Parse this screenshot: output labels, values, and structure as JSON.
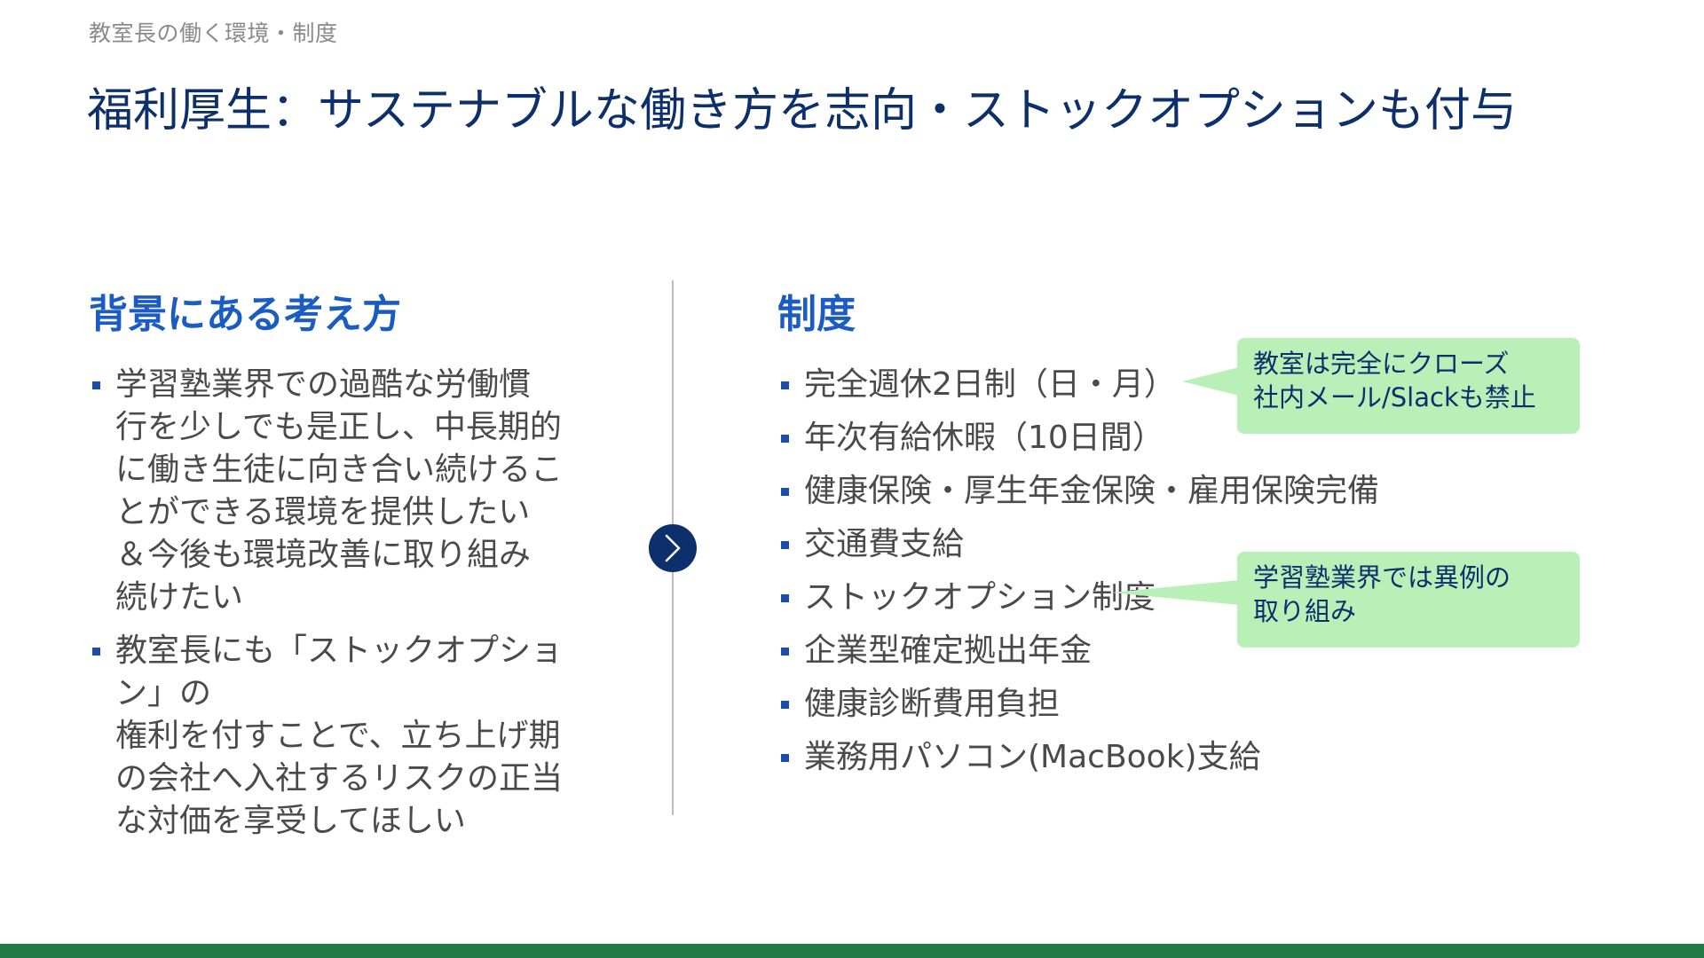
{
  "breadcrumb": "教室長の働く環境・制度",
  "title": "福利厚生：サステナブルな働き方を志向・ストックオプションも付与",
  "left_section": {
    "heading": "背景にある考え方",
    "items": [
      "学習塾業界での過酷な労働慣\n行を少しでも是正し、中長期的\nに働き生徒に向き合い続けるこ\nとができる環境を提供したい\n＆今後も環境改善に取り組み\n続けたい",
      "教室長にも「ストックオプション」の\n権利を付すことで、立ち上げ期\nの会社へ入社するリスクの正当\nな対価を享受してほしい"
    ]
  },
  "right_section": {
    "heading": "制度",
    "items": [
      "完全週休2日制（日・月）",
      "年次有給休暇（10日間）",
      "健康保険・厚生年金保険・雇用保険完備",
      "交通費支給",
      "ストックオプション制度",
      "企業型確定拠出年金",
      "健康診断費用負担",
      "業務用パソコン(MacBook)支給"
    ]
  },
  "callouts": [
    {
      "text": "教室は完全にクローズ\n社内メール/Slackも禁止"
    },
    {
      "text": "学習塾業界では異例の\n取り組み"
    }
  ],
  "colors": {
    "title": "#0d2f6b",
    "heading": "#1a5bc4",
    "callout_bg": "#b8f0b8",
    "footer": "#217a44"
  },
  "icons": {
    "divider_arrow": "chevron-right-icon"
  }
}
